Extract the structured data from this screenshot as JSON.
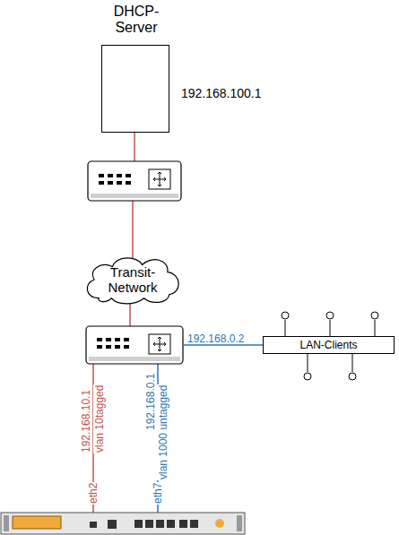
{
  "diagram": {
    "nodes": [
      {
        "text": [
          "DHCP- Server"
        ]
      },
      {
        "text": [
          "Transit- Network"
        ]
      },
      {
        "text": [
          "LAN-Clients"
        ]
      }
    ],
    "labels": [
      "192.168.100.1",
      "192.168.0.2",
      "192.168.10.1",
      "vlan 10tagged",
      "192.168.0.1",
      "vlan 1000 untagged",
      "eth2",
      "eth7"
    ]
  }
}
